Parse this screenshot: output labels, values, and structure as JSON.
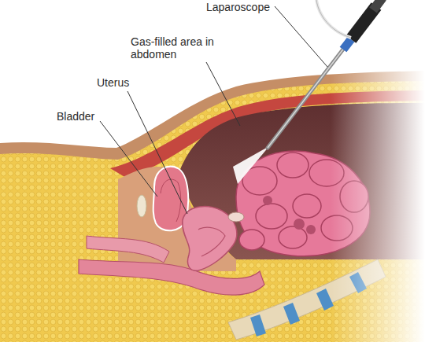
{
  "diagram": {
    "labels": [
      "Laparoscope",
      "Gas-filled area in abdomen",
      "Uterus",
      "Bladder"
    ]
  }
}
